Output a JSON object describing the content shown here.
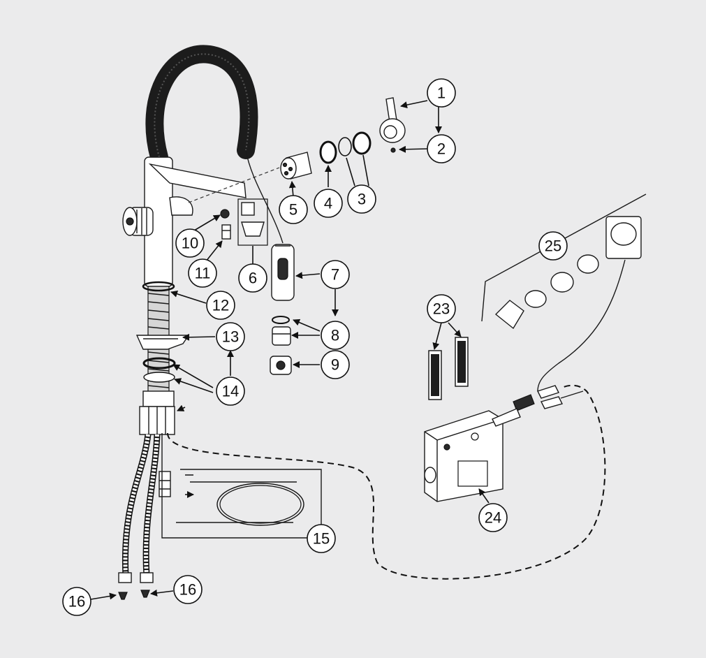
{
  "figure": {
    "type": "exploded-parts-diagram",
    "callouts": [
      {
        "id": "c1",
        "label": "1"
      },
      {
        "id": "c2",
        "label": "2"
      },
      {
        "id": "c3",
        "label": "3"
      },
      {
        "id": "c4",
        "label": "4"
      },
      {
        "id": "c5",
        "label": "5"
      },
      {
        "id": "c6",
        "label": "6"
      },
      {
        "id": "c7",
        "label": "7"
      },
      {
        "id": "c8",
        "label": "8"
      },
      {
        "id": "c9",
        "label": "9"
      },
      {
        "id": "c10",
        "label": "10"
      },
      {
        "id": "c11",
        "label": "11"
      },
      {
        "id": "c12",
        "label": "12"
      },
      {
        "id": "c13",
        "label": "13"
      },
      {
        "id": "c14",
        "label": "14"
      },
      {
        "id": "c15",
        "label": "15"
      },
      {
        "id": "c16a",
        "label": "16"
      },
      {
        "id": "c16b",
        "label": "16"
      },
      {
        "id": "c23",
        "label": "23"
      },
      {
        "id": "c24",
        "label": "24"
      },
      {
        "id": "c25",
        "label": "25"
      }
    ]
  }
}
